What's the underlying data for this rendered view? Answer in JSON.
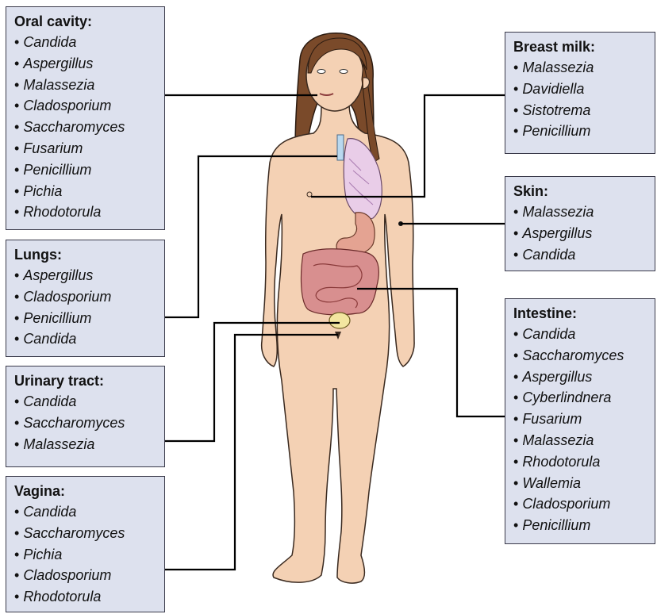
{
  "boxes": {
    "oral": {
      "title": "Oral cavity:",
      "items": [
        "Candida",
        "Aspergillus",
        "Malassezia",
        "Cladosporium",
        "Saccharomyces",
        "Fusarium",
        "Penicillium",
        "Pichia",
        "Rhodotorula"
      ]
    },
    "lungs": {
      "title": "Lungs:",
      "items": [
        "Aspergillus",
        "Cladosporium",
        "Penicillium",
        "Candida"
      ]
    },
    "urinary": {
      "title": "Urinary tract:",
      "items": [
        "Candida",
        "Saccharomyces",
        "Malassezia"
      ]
    },
    "vagina": {
      "title": "Vagina:",
      "items": [
        "Candida",
        "Saccharomyces",
        "Pichia",
        "Cladosporium",
        "Rhodotorula"
      ]
    },
    "breast": {
      "title": "Breast milk:",
      "items": [
        "Malassezia",
        "Davidiella",
        "Sistotrema",
        "Penicillium"
      ]
    },
    "skin": {
      "title": "Skin:",
      "items": [
        "Malassezia",
        "Aspergillus",
        "Candida"
      ]
    },
    "intestine": {
      "title": "Intestine:",
      "items": [
        "Candida",
        "Saccharomyces",
        "Aspergillus",
        "Cyberlindnera",
        "Fusarium",
        "Malassezia",
        "Rhodotorula",
        "Wallemia",
        "Cladosporium",
        "Penicillium"
      ]
    }
  },
  "colors": {
    "box_fill": "#dde1ee",
    "skin": "#f4d1b4",
    "hair": "#7a4a2a",
    "lung": "#e9cde8",
    "stomach": "#e4a392",
    "intestine": "#d88f8f",
    "bladder": "#f3e6a0"
  }
}
